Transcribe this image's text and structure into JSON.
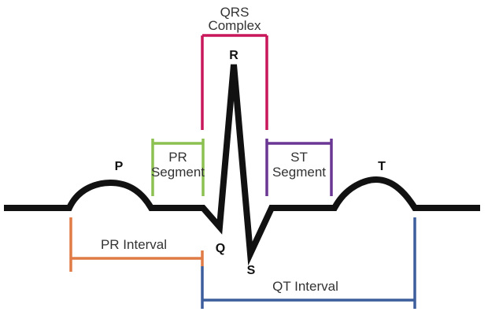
{
  "waves": {
    "p": "P",
    "q": "Q",
    "r": "R",
    "s": "S",
    "t": "T"
  },
  "qrs_complex": {
    "line1": "QRS",
    "line2": "Complex",
    "color": "#c8175a"
  },
  "pr_segment": {
    "line1": "PR",
    "line2": "Segment",
    "color": "#8cc152"
  },
  "st_segment": {
    "line1": "ST",
    "line2": "Segment",
    "color": "#6b3794"
  },
  "pr_interval": {
    "label": "PR Interval",
    "color": "#e07b46"
  },
  "qt_interval": {
    "label": "QT Interval",
    "color": "#3d5e9c"
  },
  "trace_color": "#111111"
}
